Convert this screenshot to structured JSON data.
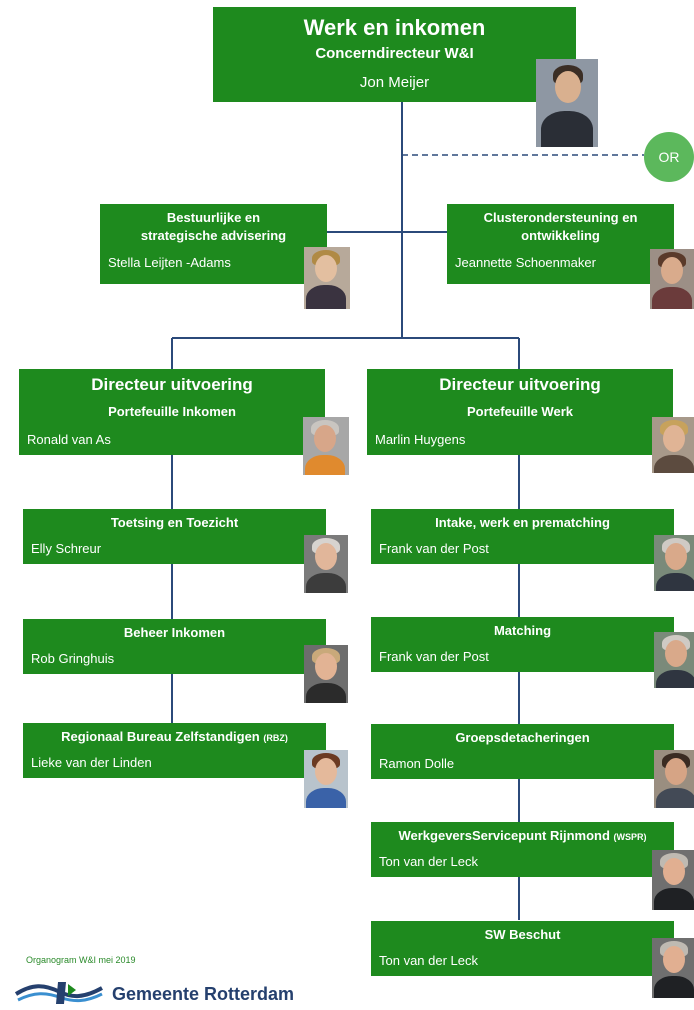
{
  "top": {
    "title": "Werk en inkomen",
    "subtitle": "Concerndirecteur W&I",
    "person": "Jon Meijer"
  },
  "or_label": "OR",
  "staff_left": {
    "title_line1": "Bestuurlijke en",
    "title_line2": "strategische advisering",
    "person": "Stella Leijten -Adams"
  },
  "staff_right": {
    "title_line1": "Clusterondersteuning en",
    "title_line2": "ontwikkeling",
    "person": "Jeannette Schoenmaker"
  },
  "dir_left": {
    "title": "Directeur uitvoering",
    "subtitle": "Portefeuille Inkomen",
    "person": "Ronald van As"
  },
  "dir_right": {
    "title": "Directeur uitvoering",
    "subtitle": "Portefeuille Werk",
    "person": "Marlin Huygens"
  },
  "left_units": [
    {
      "title": "Toetsing en Toezicht",
      "person": "Elly Schreur"
    },
    {
      "title": "Beheer Inkomen",
      "person": "Rob Gringhuis"
    },
    {
      "title": "Regionaal Bureau Zelfstandigen",
      "suffix": "(RBZ)",
      "person": "Lieke van der Linden"
    }
  ],
  "right_units": [
    {
      "title": "Intake, werk en prematching",
      "person": "Frank van der Post"
    },
    {
      "title": "Matching",
      "person": "Frank van der Post"
    },
    {
      "title": "Groepsdetacheringen",
      "person": "Ramon Dolle"
    },
    {
      "title": "WerkgeversServicepunt Rijnmond",
      "suffix": "(WSPR)",
      "person": "Ton van der Leck"
    },
    {
      "title": "SW Beschut",
      "person": "Ton van der Leck"
    }
  ],
  "footer": {
    "caption": "Organogram  W&I mei 2019",
    "logo_text": "Gemeente Rotterdam"
  },
  "colors": {
    "box_green": "#1e8a1e",
    "line_blue": "#2b4a7a",
    "or_green": "#5cb85c",
    "logo_blue": "#25406e"
  }
}
